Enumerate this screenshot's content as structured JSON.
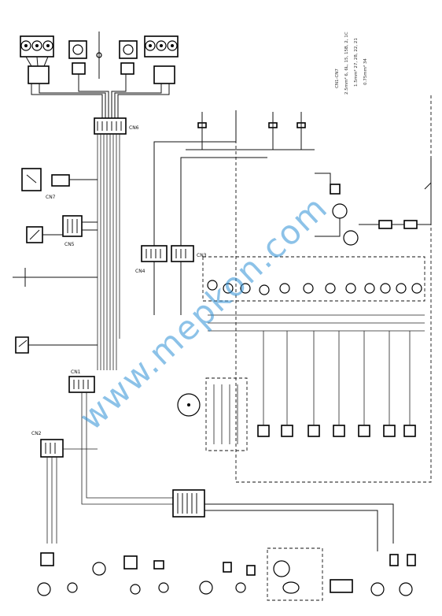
{
  "watermark": "www.mepkon.com",
  "connectors": {
    "c1": "CN1",
    "c2": "CN2",
    "c3": "CN3",
    "c4": "CN4",
    "c5": "CN5",
    "c6": "CN6",
    "c7": "CN7"
  },
  "notes": {
    "title": "(notes block, text illegible)",
    "lines": [
      "CN1-CN7",
      "2.5mm² 6, 6L, 15, 15B, 2, 1C",
      "1.5mm² 27, 28, 22, 21",
      "0.75mm² 34"
    ]
  },
  "colors": {
    "ink": "#111111",
    "watermark": "#2e8fd6"
  }
}
